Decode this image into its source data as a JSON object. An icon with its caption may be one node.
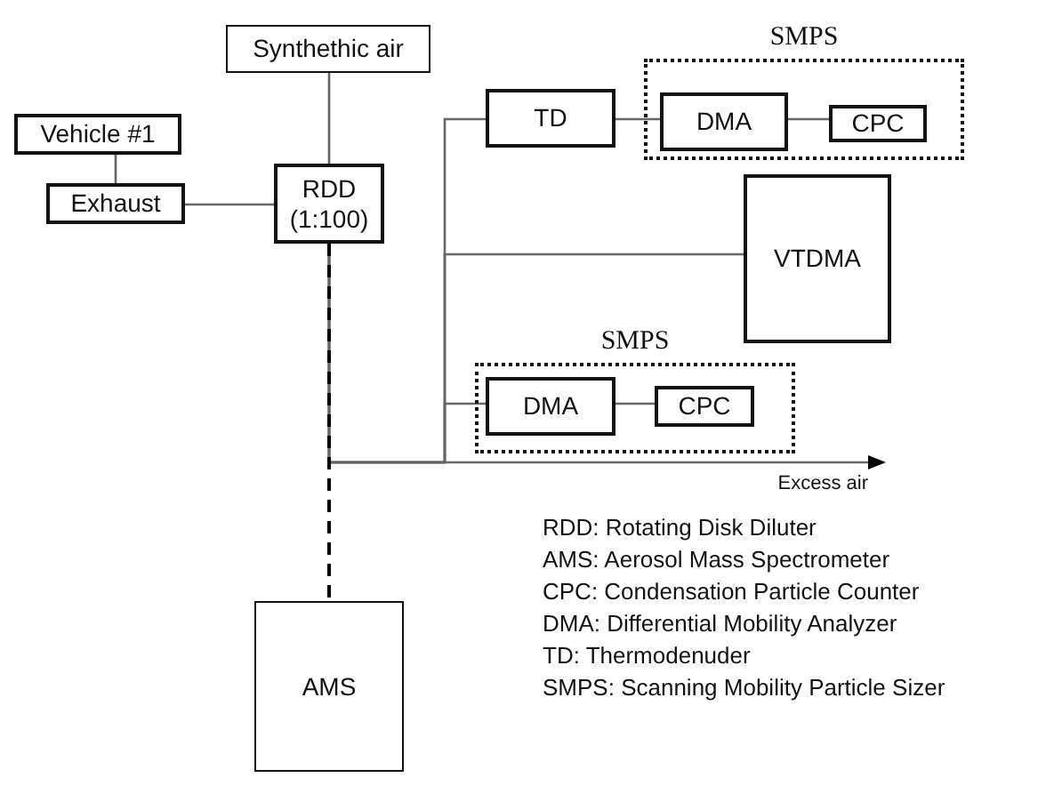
{
  "diagram": {
    "nodes": [
      {
        "text": [
          "Synthethic air"
        ]
      },
      {
        "text": [
          "Vehicle #1"
        ]
      },
      {
        "text": [
          "Exhaust"
        ]
      },
      {
        "text": [
          "RDD (1:100)"
        ]
      },
      {
        "text": [
          "TD"
        ]
      },
      {
        "text": [
          "SMPS"
        ]
      },
      {
        "text": [
          "DMA"
        ],
        "in": 5
      },
      {
        "text": [
          "CPC"
        ],
        "in": 5
      },
      {
        "text": [
          "VTDMA"
        ]
      },
      {
        "text": [
          "SMPS"
        ]
      },
      {
        "text": [
          "DMA"
        ],
        "in": 9
      },
      {
        "text": [
          "CPC"
        ],
        "in": 9
      },
      {
        "text": [
          "AMS"
        ]
      },
      {
        "text": [
          "Excess air"
        ]
      }
    ],
    "edges": [
      {
        "from": 1,
        "to": 2,
        "arrow": "none"
      },
      {
        "from": 2,
        "to": 3,
        "arrow": "none"
      },
      {
        "from": 0,
        "to": 3,
        "arrow": "none"
      },
      {
        "from": 3,
        "to": 4,
        "arrow": "none"
      },
      {
        "from": 4,
        "to": 6,
        "arrow": "none"
      },
      {
        "from": 6,
        "to": 7,
        "arrow": "none"
      },
      {
        "from": 3,
        "to": 8,
        "arrow": "none"
      },
      {
        "from": 3,
        "to": 10,
        "arrow": "none"
      },
      {
        "from": 10,
        "to": 11,
        "arrow": "none"
      },
      {
        "from": 3,
        "to": 13,
        "arrow": "to"
      },
      {
        "from": 3,
        "to": 12,
        "arrow": "none",
        "style": "dashed",
        "color": "#000000"
      }
    ],
    "labels": [
      "RDD: Rotating Disk Diluter",
      "AMS: Aerosol Mass Spectrometer",
      "CPC: Condensation Particle Counter",
      "DMA: Differential Mobility Analyzer",
      "TD: Thermodenuder",
      "SMPS: Scanning Mobility Particle Sizer"
    ]
  }
}
